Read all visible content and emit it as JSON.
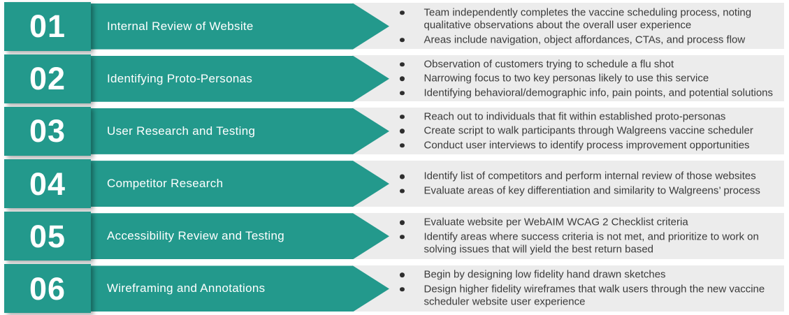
{
  "colors": {
    "teal": "#23998c",
    "panel": "#ececec",
    "background": "#ffffff",
    "text": "#3a3a3a",
    "bullet_dot": "#2e2e2e",
    "number_text": "#ffffff",
    "title_text": "#ffffff"
  },
  "steps": [
    {
      "number": "01",
      "title": "Internal Review of Website",
      "bullets": [
        "Team independently completes the vaccine scheduling process, noting qualitative observations about the overall user experience",
        "Areas include navigation, object affordances, CTAs, and process flow"
      ]
    },
    {
      "number": "02",
      "title": "Identifying Proto-Personas",
      "bullets": [
        "Observation of customers trying to schedule a flu shot",
        "Narrowing focus to two key personas likely to use this service",
        "Identifying behavioral/demographic info, pain points, and potential solutions"
      ]
    },
    {
      "number": "03",
      "title": "User Research and Testing",
      "bullets": [
        "Reach out to individuals that fit within established proto-personas",
        "Create script to walk participants through Walgreens vaccine scheduler",
        "Conduct user interviews to identify process improvement opportunities"
      ]
    },
    {
      "number": "04",
      "title": "Competitor Research",
      "bullets": [
        "Identify list of competitors and perform internal review of those websites",
        "Evaluate areas of key differentiation and similarity to Walgreens’ process"
      ]
    },
    {
      "number": "05",
      "title": "Accessibility Review and Testing",
      "bullets": [
        "Evaluate website per WebAIM WCAG 2 Checklist criteria",
        "Identify areas where success criteria is not met, and prioritize to work on solving issues that will yield the best return based"
      ]
    },
    {
      "number": "06",
      "title": "Wireframing and Annotations",
      "bullets": [
        "Begin by designing low fidelity hand drawn sketches",
        "Design higher fidelity wireframes that walk users through the new vaccine scheduler website user experience"
      ]
    }
  ]
}
